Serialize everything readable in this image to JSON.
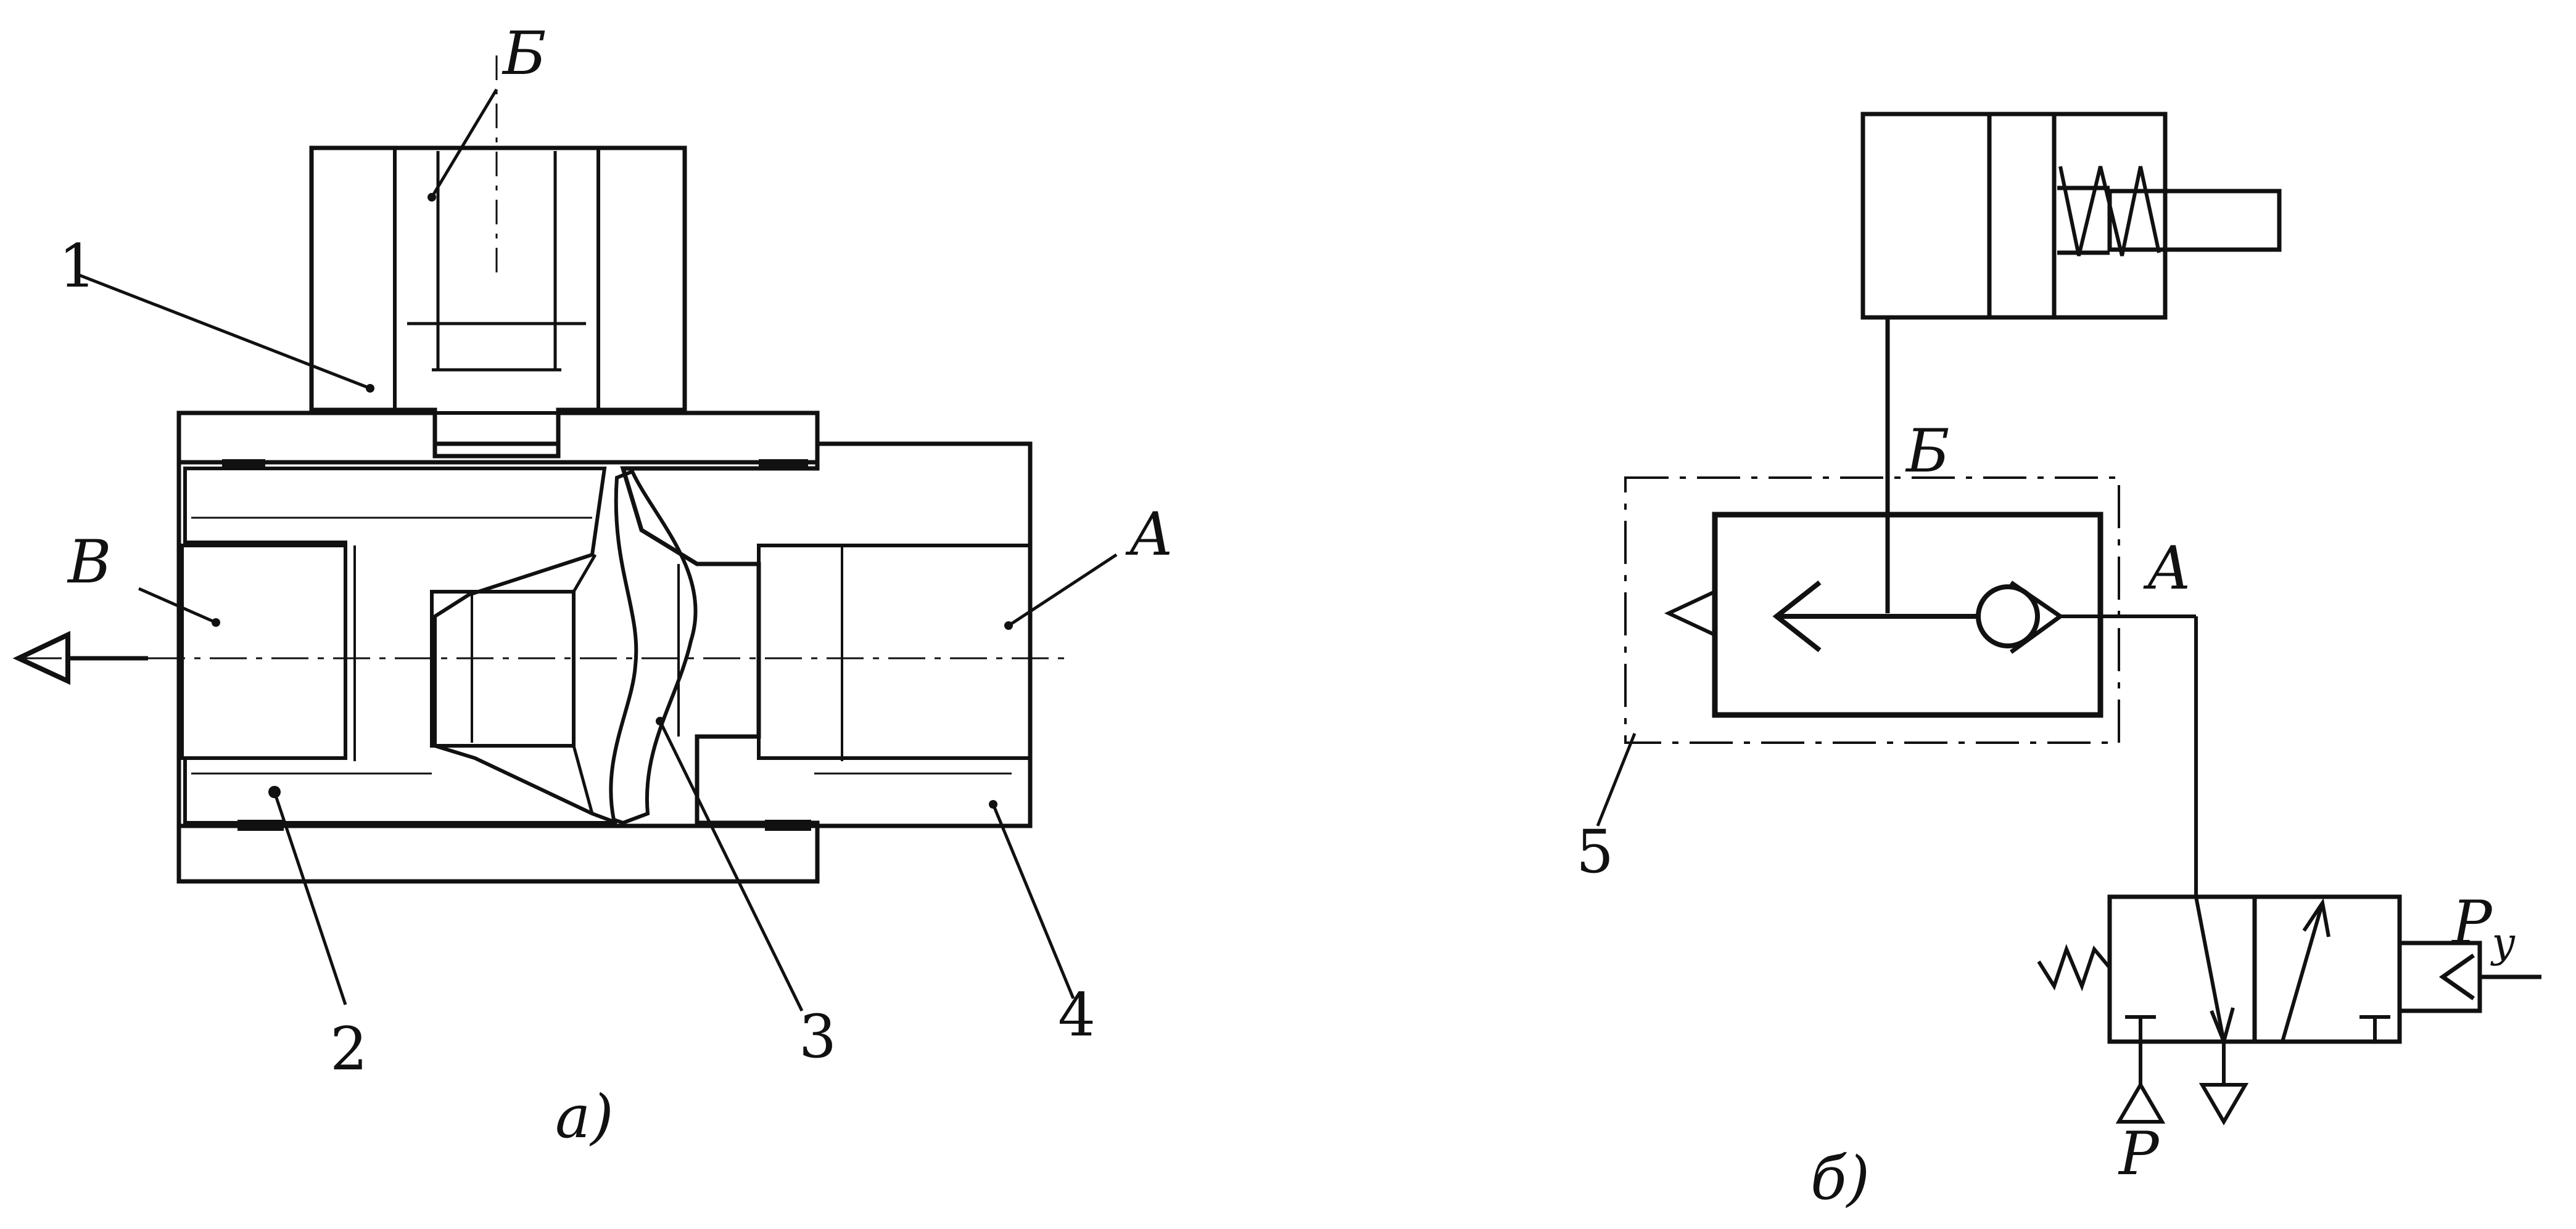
{
  "figure_a": {
    "caption": "а)",
    "ports": {
      "top": "Б",
      "left": "В",
      "right": "А"
    },
    "part_numbers": [
      "1",
      "2",
      "3",
      "4"
    ]
  },
  "figure_b": {
    "caption": "б)",
    "ports": {
      "top": "Б",
      "right": "А",
      "supply": "P",
      "control": "P",
      "control_subscript": "у"
    },
    "part_numbers": [
      "5"
    ]
  },
  "colors": {
    "ink": "#111111",
    "background": "#ffffff"
  }
}
